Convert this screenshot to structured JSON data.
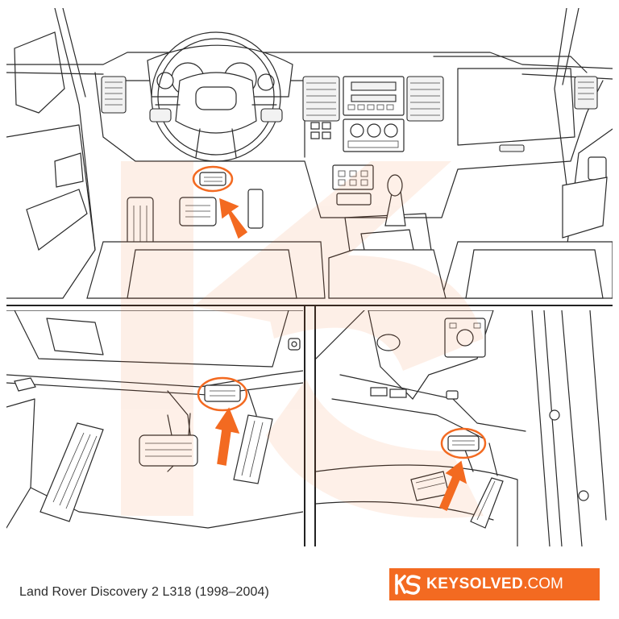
{
  "caption": {
    "vehicle": "Land Rover Discovery 2 L318 (1998–2004)"
  },
  "logo": {
    "brand_bold": "KEYSOLVED",
    "brand_suffix": ".COM",
    "mark": "KS",
    "bg_color": "#f36a21"
  },
  "highlight": {
    "color": "#f36a21",
    "marker_icon": "circle-highlight",
    "pointer_icon": "arrow-up-right"
  },
  "views": [
    {
      "name": "dashboard-overview"
    },
    {
      "name": "footwell-close-up"
    },
    {
      "name": "footwell-side-view"
    }
  ]
}
